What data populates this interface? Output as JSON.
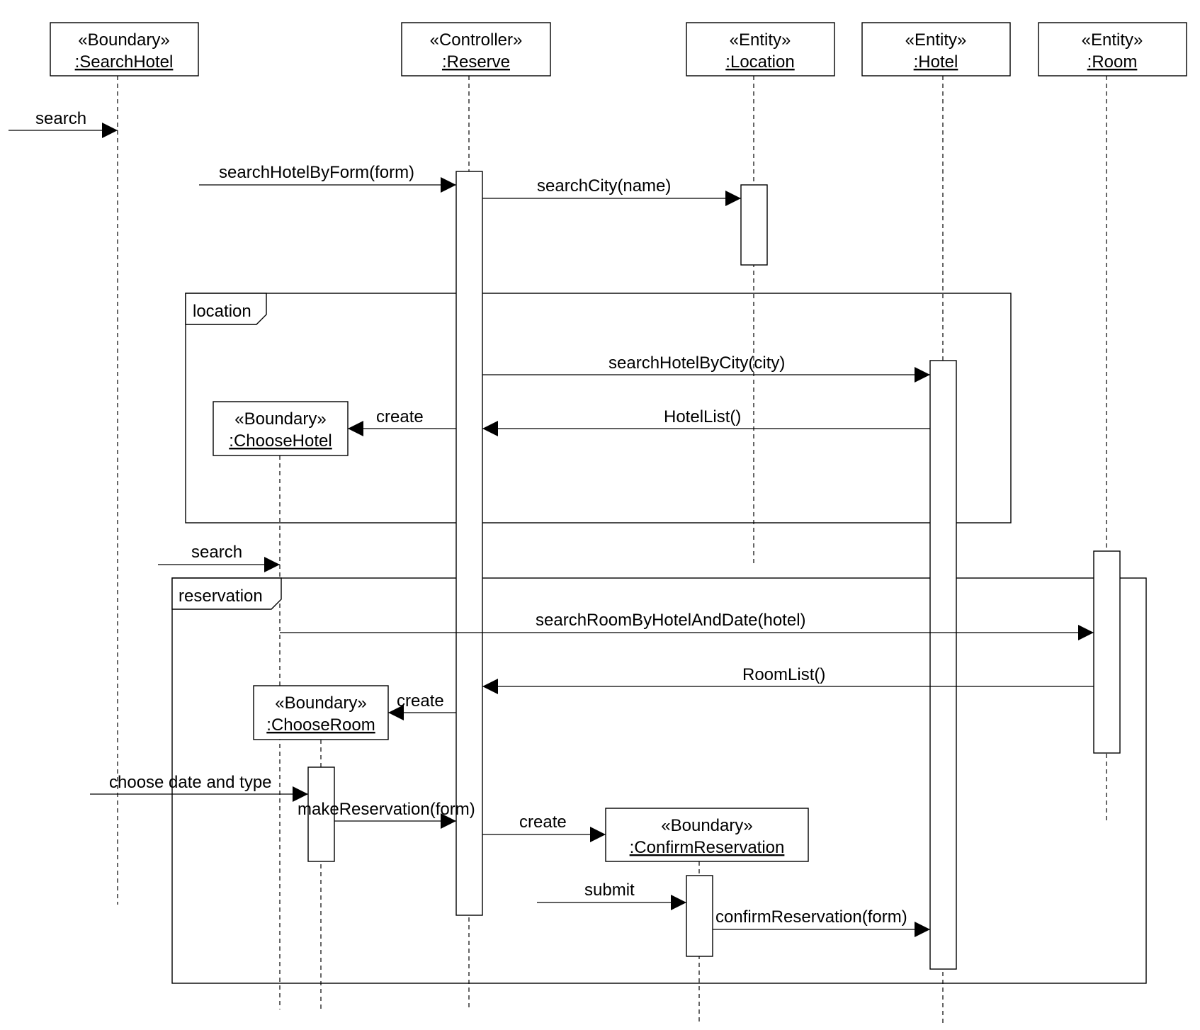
{
  "participants": {
    "search_hotel": {
      "stereotype": "«Boundary»",
      "name": ":SearchHotel"
    },
    "reserve": {
      "stereotype": "«Controller»",
      "name": ":Reserve"
    },
    "location": {
      "stereotype": "«Entity»",
      "name": ":Location"
    },
    "hotel": {
      "stereotype": "«Entity»",
      "name": ":Hotel"
    },
    "room": {
      "stereotype": "«Entity»",
      "name": ":Room"
    },
    "choose_hotel": {
      "stereotype": "«Boundary»",
      "name": ":ChooseHotel"
    },
    "choose_room": {
      "stereotype": "«Boundary»",
      "name": ":ChooseRoom"
    },
    "confirm_reservation": {
      "stereotype": "«Boundary»",
      "name": ":ConfirmReservation"
    }
  },
  "frames": {
    "location": "location",
    "reservation": "reservation"
  },
  "messages": {
    "search_1": "search",
    "search_hotel_by_form": "searchHotelByForm(form)",
    "search_city": "searchCity(name)",
    "search_hotel_by_city": "searchHotelByCity(city)",
    "hotel_list": "HotelList()",
    "create_choose_hotel": "create",
    "search_2": "search",
    "search_room": "searchRoomByHotelAndDate(hotel)",
    "room_list": "RoomList()",
    "create_choose_room": "create",
    "choose_date_type": "choose date and type",
    "make_reservation": "makeReservation(form)",
    "create_confirm": "create",
    "submit": "submit",
    "confirm_reservation": "confirmReservation(form)"
  }
}
